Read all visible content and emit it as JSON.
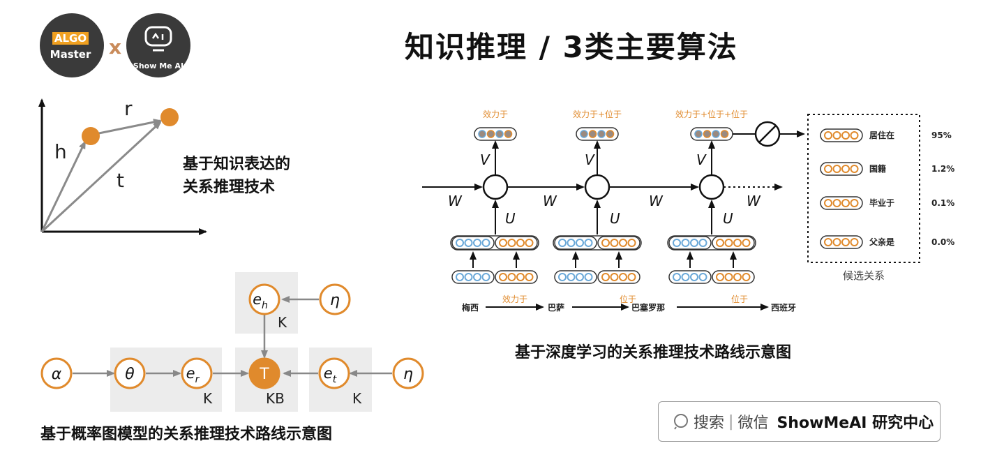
{
  "logos": {
    "algo_line1": "ALGO",
    "algo_line2": "Master",
    "times": "x",
    "showme_label": "Show Me AI"
  },
  "title": "知识推理 / 3类主要算法",
  "vector_diagram": {
    "h": "h",
    "r": "r",
    "t": "t",
    "caption_line1": "基于知识表达的",
    "caption_line2": "关系推理技术"
  },
  "rnn_diagram": {
    "top_labels": [
      "效力于",
      "效力于+位于",
      "效力于+位于+位于"
    ],
    "v_label": "V",
    "u_label": "U",
    "w_label": "W",
    "candidates": [
      {
        "label": "居住在",
        "value": "95%"
      },
      {
        "label": "国籍",
        "value": "1.2%"
      },
      {
        "label": "毕业于",
        "value": "0.1%"
      },
      {
        "label": "父亲是",
        "value": "0.0%"
      }
    ],
    "candidates_title": "候选关系",
    "path_entities": [
      "梅西",
      "巴萨",
      "巴塞罗那",
      "西班牙"
    ],
    "path_relations": [
      "效力于",
      "位于",
      "位于"
    ],
    "caption": "基于深度学习的关系推理技术路线示意图"
  },
  "graph_diagram": {
    "alpha": "α",
    "theta": "θ",
    "e_r": "e",
    "e_r_sub": "r",
    "T": "T",
    "e_t": "e",
    "e_t_sub": "t",
    "eta_right": "η",
    "e_h": "e",
    "e_h_sub": "h",
    "eta_top": "η",
    "plate_K": "K",
    "plate_KB": "KB",
    "caption": "基于概率图模型的关系推理技术路线示意图"
  },
  "search": {
    "text": "搜索",
    "sep": "|",
    "wechat": "微信",
    "brand": "ShowMeAI 研究中心"
  },
  "colors": {
    "orange": "#e08a2c",
    "blue": "#6aa8d8",
    "grey_arrow": "#8a8a8a"
  }
}
